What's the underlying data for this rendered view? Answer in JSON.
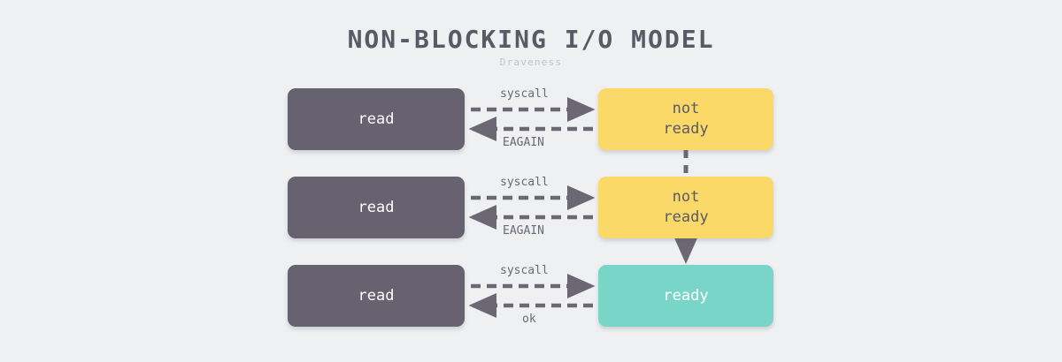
{
  "header": {
    "title": "NON-BLOCKING I/O MODEL",
    "subtitle": "Draveness"
  },
  "colors": {
    "background": "#eff0f2",
    "title_text": "#5a5a66",
    "subtitle_text": "#bfc2c7",
    "process_box": "#666262",
    "process_box_fill": "#666270",
    "process_text": "#ffffff",
    "not_ready_fill": "#fad969",
    "not_ready_text": "#5b5966",
    "ready_fill": "#79d5c8",
    "ready_text": "#ffffff",
    "arrow": "#6b6874",
    "edge_label_text": "#6b6874"
  },
  "diagram": {
    "type": "sequence-flow",
    "rows": [
      {
        "id": "row-1",
        "caller": {
          "label": "read",
          "kind": "process"
        },
        "kernel": {
          "label": "not\nready",
          "kind": "not-ready"
        },
        "request_label": "syscall",
        "response_label": "EAGAIN",
        "transition_to_next": "dashed-down"
      },
      {
        "id": "row-2",
        "caller": {
          "label": "read",
          "kind": "process"
        },
        "kernel": {
          "label": "not\nready",
          "kind": "not-ready"
        },
        "request_label": "syscall",
        "response_label": "EAGAIN",
        "transition_to_next": "dashed-down-arrow"
      },
      {
        "id": "row-3",
        "caller": {
          "label": "read",
          "kind": "process"
        },
        "kernel": {
          "label": "ready",
          "kind": "ready"
        },
        "request_label": "syscall",
        "response_label": "ok",
        "transition_to_next": "none"
      }
    ]
  }
}
